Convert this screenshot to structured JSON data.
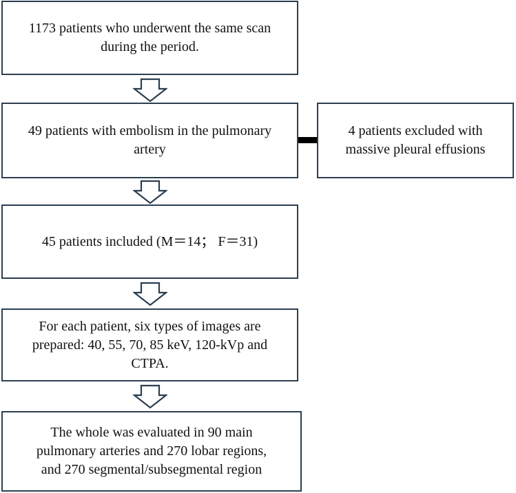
{
  "flowchart": {
    "steps": [
      {
        "text": "1173 patients who underwent the same scan\nduring the period."
      },
      {
        "text": "49 patients with embolism in the pulmonary\nartery"
      },
      {
        "text": "45 patients included (M＝14；  F＝31)"
      },
      {
        "text": "For each patient, six types of images are\nprepared: 40, 55, 70, 85 keV, 120-kVp and\nCTPA."
      },
      {
        "text": "The whole was evaluated in 90 main\npulmonary arteries and 270 lobar regions,\nand 270 segmental/subsegmental region"
      }
    ],
    "exclusion": {
      "text": "4 patients excluded with\nmassive pleural effusions"
    }
  }
}
